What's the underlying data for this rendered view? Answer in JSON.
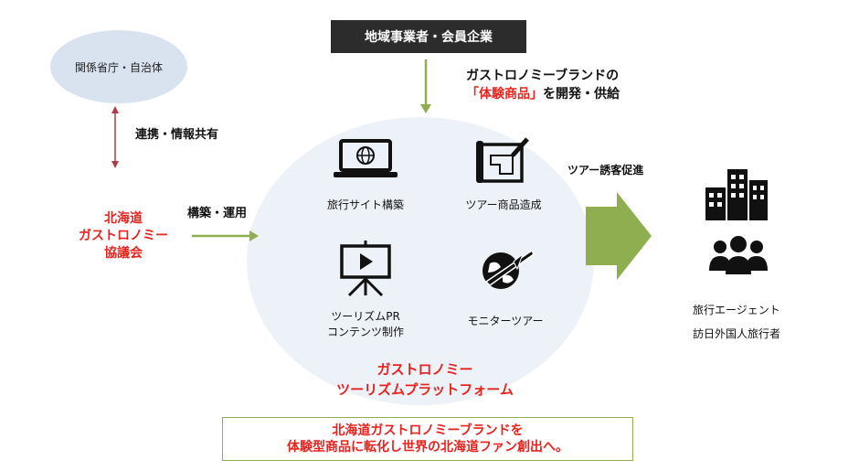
{
  "nodes": {
    "agencies": "関係省庁・自治体",
    "businesses": "地域事業者・会員企業",
    "council_lines": [
      "北海道",
      "ガストロノミー",
      "協議会"
    ],
    "customers_line1": "旅行エージェント",
    "customers_line2": "訪日外国人旅行者"
  },
  "edges": {
    "cooperation": "連携・情報共有",
    "build_operate": "構築・運用",
    "develop_line1": "ガストロノミーブランドの",
    "develop_highlight": "「体験商品」",
    "develop_suffix": "を開発・供給",
    "tour_promotion": "ツアー誘客促進"
  },
  "platform": {
    "items": [
      {
        "label": "旅行サイト構築",
        "icon": "laptop-globe-icon"
      },
      {
        "label": "ツアー商品造成",
        "icon": "blueprint-pencil-icon"
      },
      {
        "label_line1": "ツーリズムPR",
        "label_line2": "コンテンツ制作",
        "icon": "presentation-screen-icon"
      },
      {
        "label": "モニターツアー",
        "icon": "airplane-globe-icon"
      }
    ],
    "title_line1": "ガストロノミー",
    "title_line2": "ツーリズムプラットフォーム"
  },
  "slogan": {
    "line1": "北海道ガストロノミーブランドを",
    "line2": "体験型商品に転化し世界の北海道ファン創出へ。"
  },
  "colors": {
    "accent_red": "#e8231e",
    "arrow_green": "#8fae4f",
    "connector_red": "#b03a45",
    "dark_box": "#2c2c2c"
  }
}
